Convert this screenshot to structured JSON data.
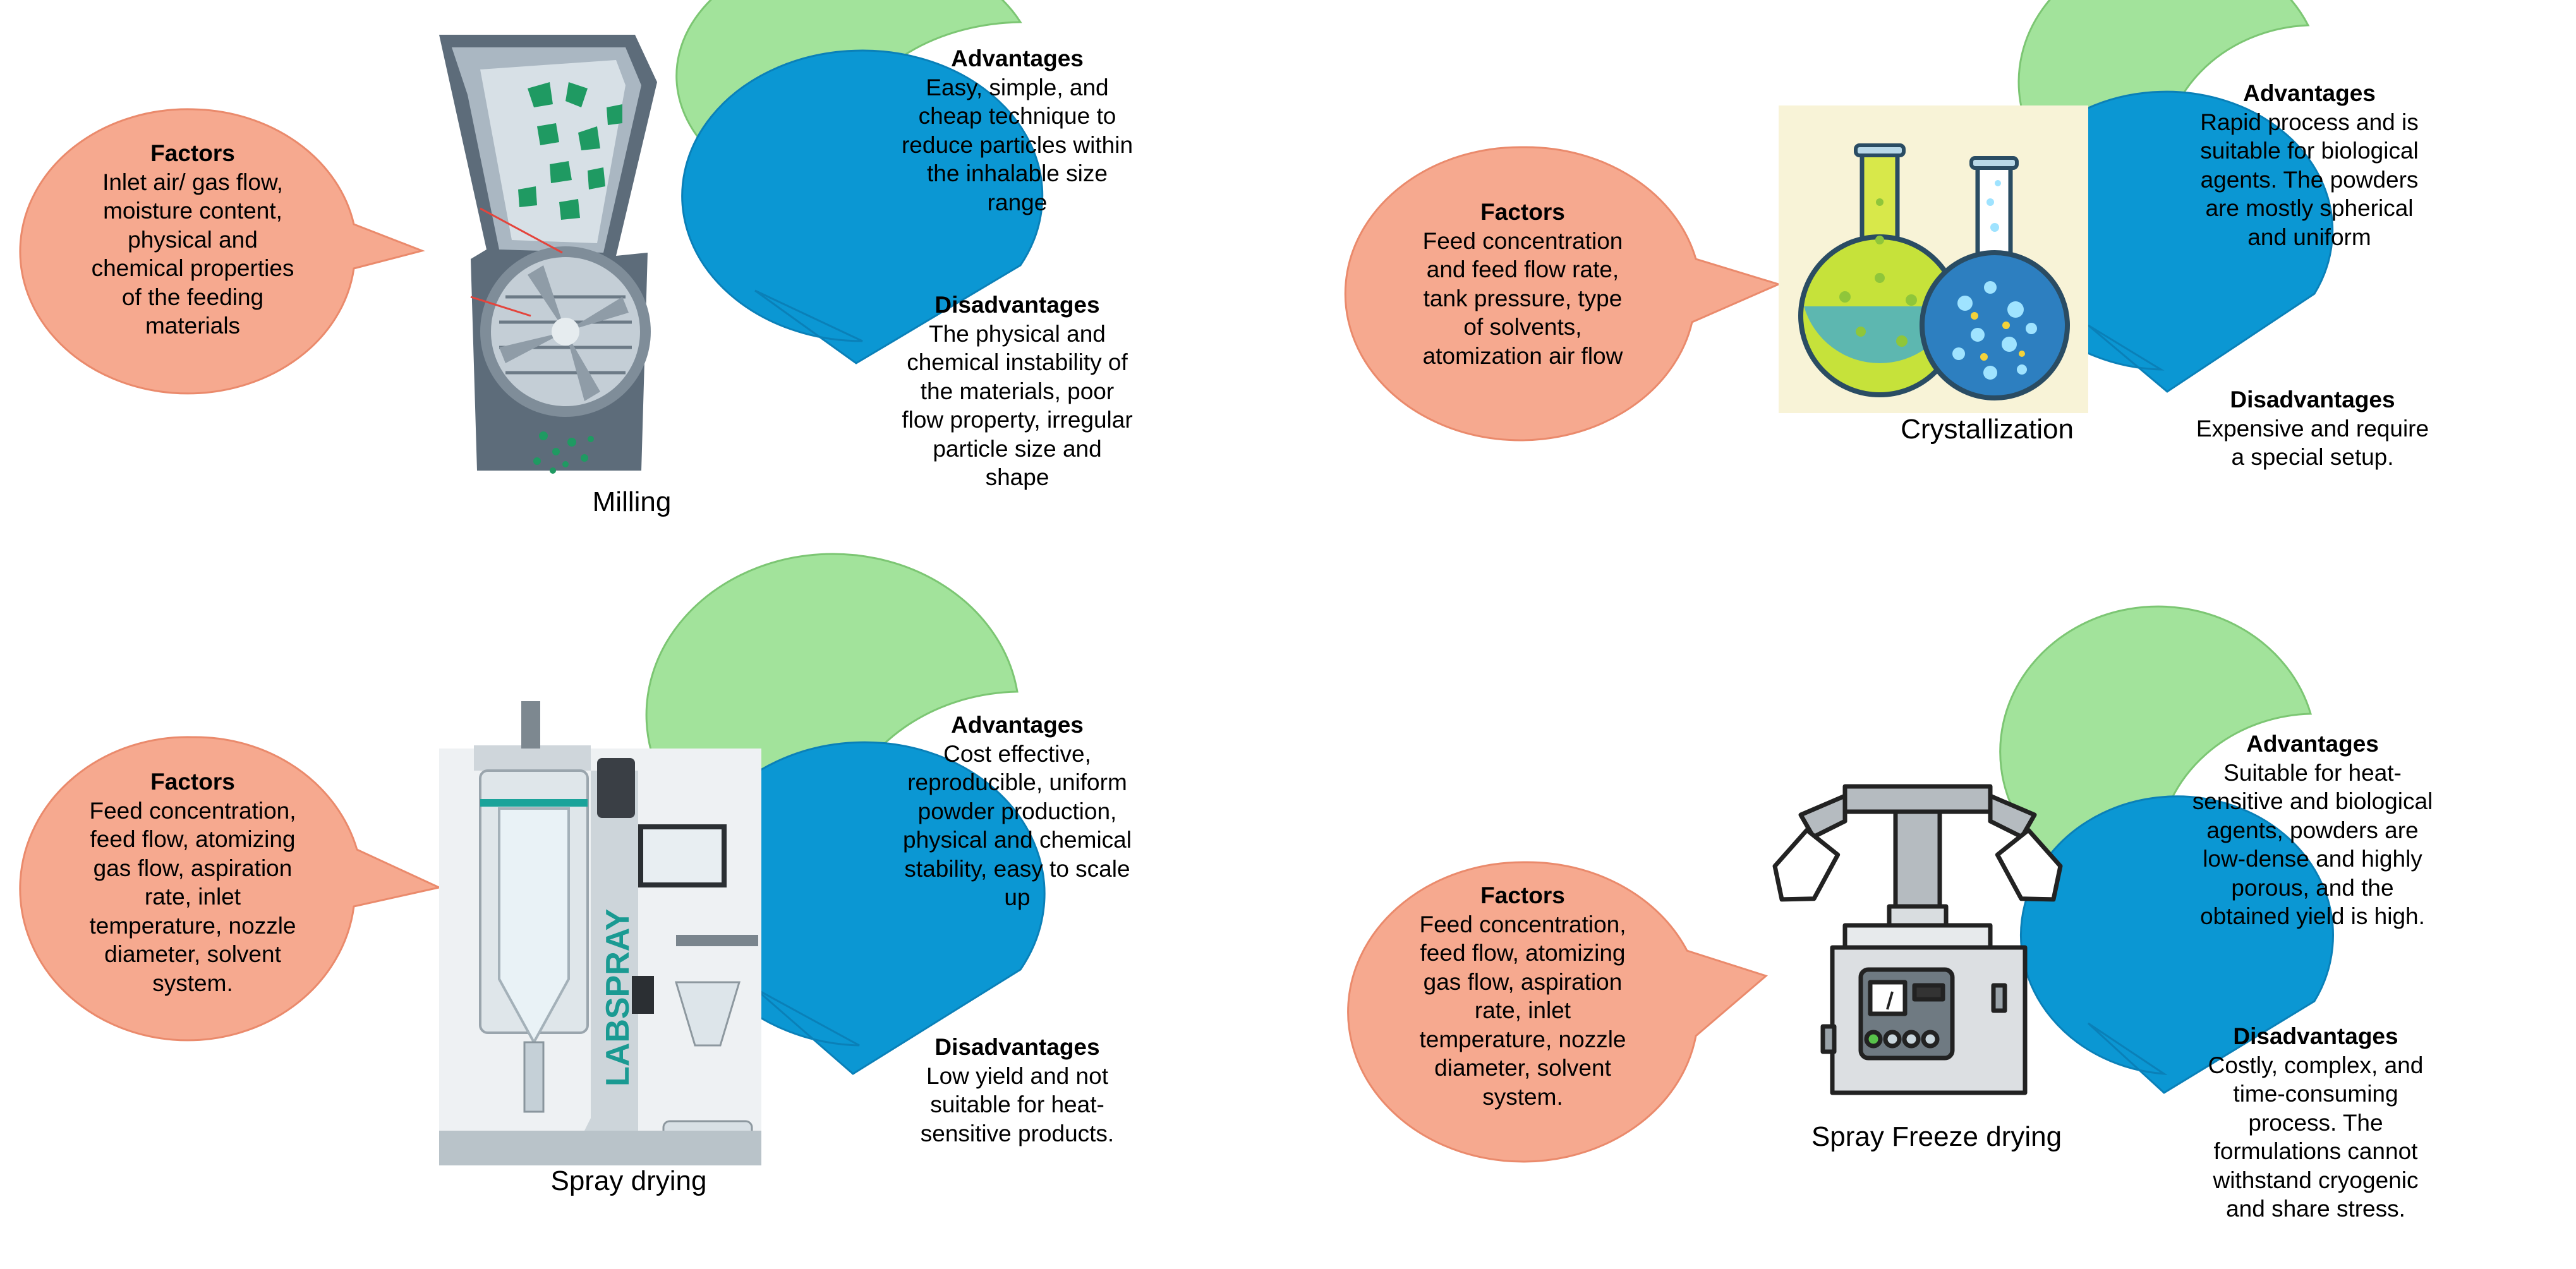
{
  "colors": {
    "factors_fill": "#f6a98f",
    "factors_stroke": "#ea8a6c",
    "advantages_fill": "#a2e39b",
    "advantages_stroke": "#7cc673",
    "disadvantages_fill": "#0b97d3",
    "disadvantages_stroke": "#0a80b8"
  },
  "panels": {
    "milling": {
      "caption": "Milling",
      "factors": {
        "title": "Factors",
        "lines": [
          "Inlet air/ gas flow,",
          "moisture content,",
          "physical and",
          "chemical properties",
          "of the feeding",
          "materials"
        ]
      },
      "advantages": {
        "title": "Advantages",
        "lines": [
          "Easy, simple, and",
          "cheap technique to",
          "reduce particles within",
          "the inhalable size",
          "range"
        ]
      },
      "disadvantages": {
        "title": "Disadvantages",
        "lines": [
          "The physical and",
          "chemical instability of",
          "the materials, poor",
          "flow property, irregular",
          "particle size and",
          "shape"
        ]
      },
      "image_icon": "milling-machine-icon"
    },
    "crystallization": {
      "caption": "Crystallization",
      "factors": {
        "title": "Factors",
        "lines": [
          "Feed concentration",
          "and feed flow rate,",
          "tank pressure, type",
          "of solvents,",
          "atomization air flow"
        ]
      },
      "advantages": {
        "title": "Advantages",
        "lines": [
          "Rapid process and is",
          "suitable for biological",
          "agents. The powders",
          "are mostly spherical",
          "and uniform"
        ]
      },
      "disadvantages": {
        "title": "Disadvantages",
        "lines": [
          "Expensive and require",
          "a special setup."
        ]
      },
      "image_icon": "flasks-icon"
    },
    "spray_drying": {
      "caption": "Spray drying",
      "factors": {
        "title": "Factors",
        "lines": [
          "Feed concentration,",
          "feed flow, atomizing",
          "gas flow, aspiration",
          "rate, inlet",
          "temperature, nozzle",
          "diameter, solvent",
          "system."
        ]
      },
      "advantages": {
        "title": "Advantages",
        "lines": [
          "Cost effective,",
          "reproducible, uniform",
          "powder production,",
          "physical and chemical",
          "stability, easy to scale",
          "up"
        ]
      },
      "disadvantages": {
        "title": "Disadvantages",
        "lines": [
          "Low yield and not",
          "suitable for heat-",
          "sensitive products."
        ]
      },
      "image_icon": "spray-dryer-icon",
      "device_text": "LABSPRAY"
    },
    "spray_freeze_drying": {
      "caption": "Spray Freeze drying",
      "factors": {
        "title": "Factors",
        "lines": [
          "Feed concentration,",
          "feed flow, atomizing",
          "gas flow, aspiration",
          "rate, inlet",
          "temperature, nozzle",
          "diameter, solvent",
          "system."
        ]
      },
      "advantages": {
        "title": "Advantages",
        "lines": [
          "Suitable for heat-",
          "sensitive and biological",
          "agents, powders are",
          "low-dense and highly",
          "porous, and the",
          "obtained yield is high."
        ]
      },
      "disadvantages": {
        "title": "Disadvantages",
        "lines": [
          "Costly, complex, and",
          "time-consuming",
          "process. The",
          "formulations cannot",
          "withstand cryogenic",
          "and share stress."
        ]
      },
      "image_icon": "freeze-dryer-icon"
    }
  }
}
